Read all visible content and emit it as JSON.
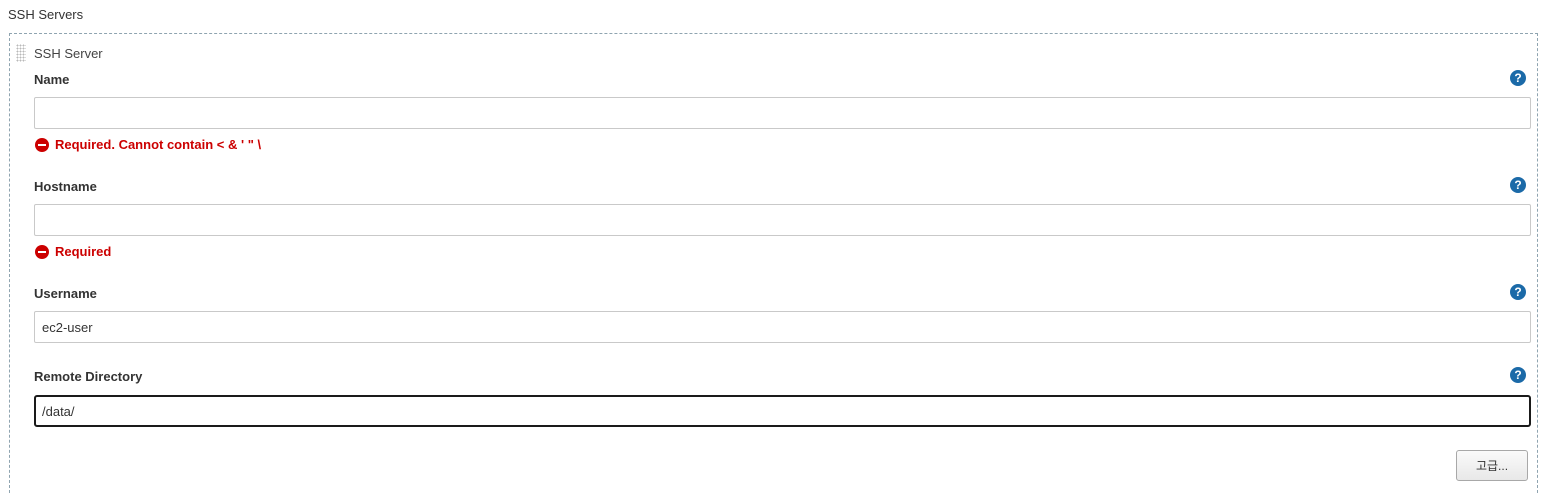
{
  "section": {
    "title": "SSH Servers"
  },
  "server": {
    "title": "SSH Server",
    "fields": {
      "name": {
        "label": "Name",
        "value": "",
        "error": "Required. Cannot contain < & ' \" \\"
      },
      "hostname": {
        "label": "Hostname",
        "value": "",
        "error": "Required"
      },
      "username": {
        "label": "Username",
        "value": "ec2-user"
      },
      "remote_directory": {
        "label": "Remote Directory",
        "value": "/data/"
      }
    },
    "help_glyph": "?",
    "advanced_label": "고급..."
  },
  "colors": {
    "error": "#cc0000",
    "help": "#1b6aa8",
    "dashed_border": "#8fa4b0"
  },
  "icons": [
    "drag-handle-icon",
    "help-icon",
    "error-icon"
  ]
}
